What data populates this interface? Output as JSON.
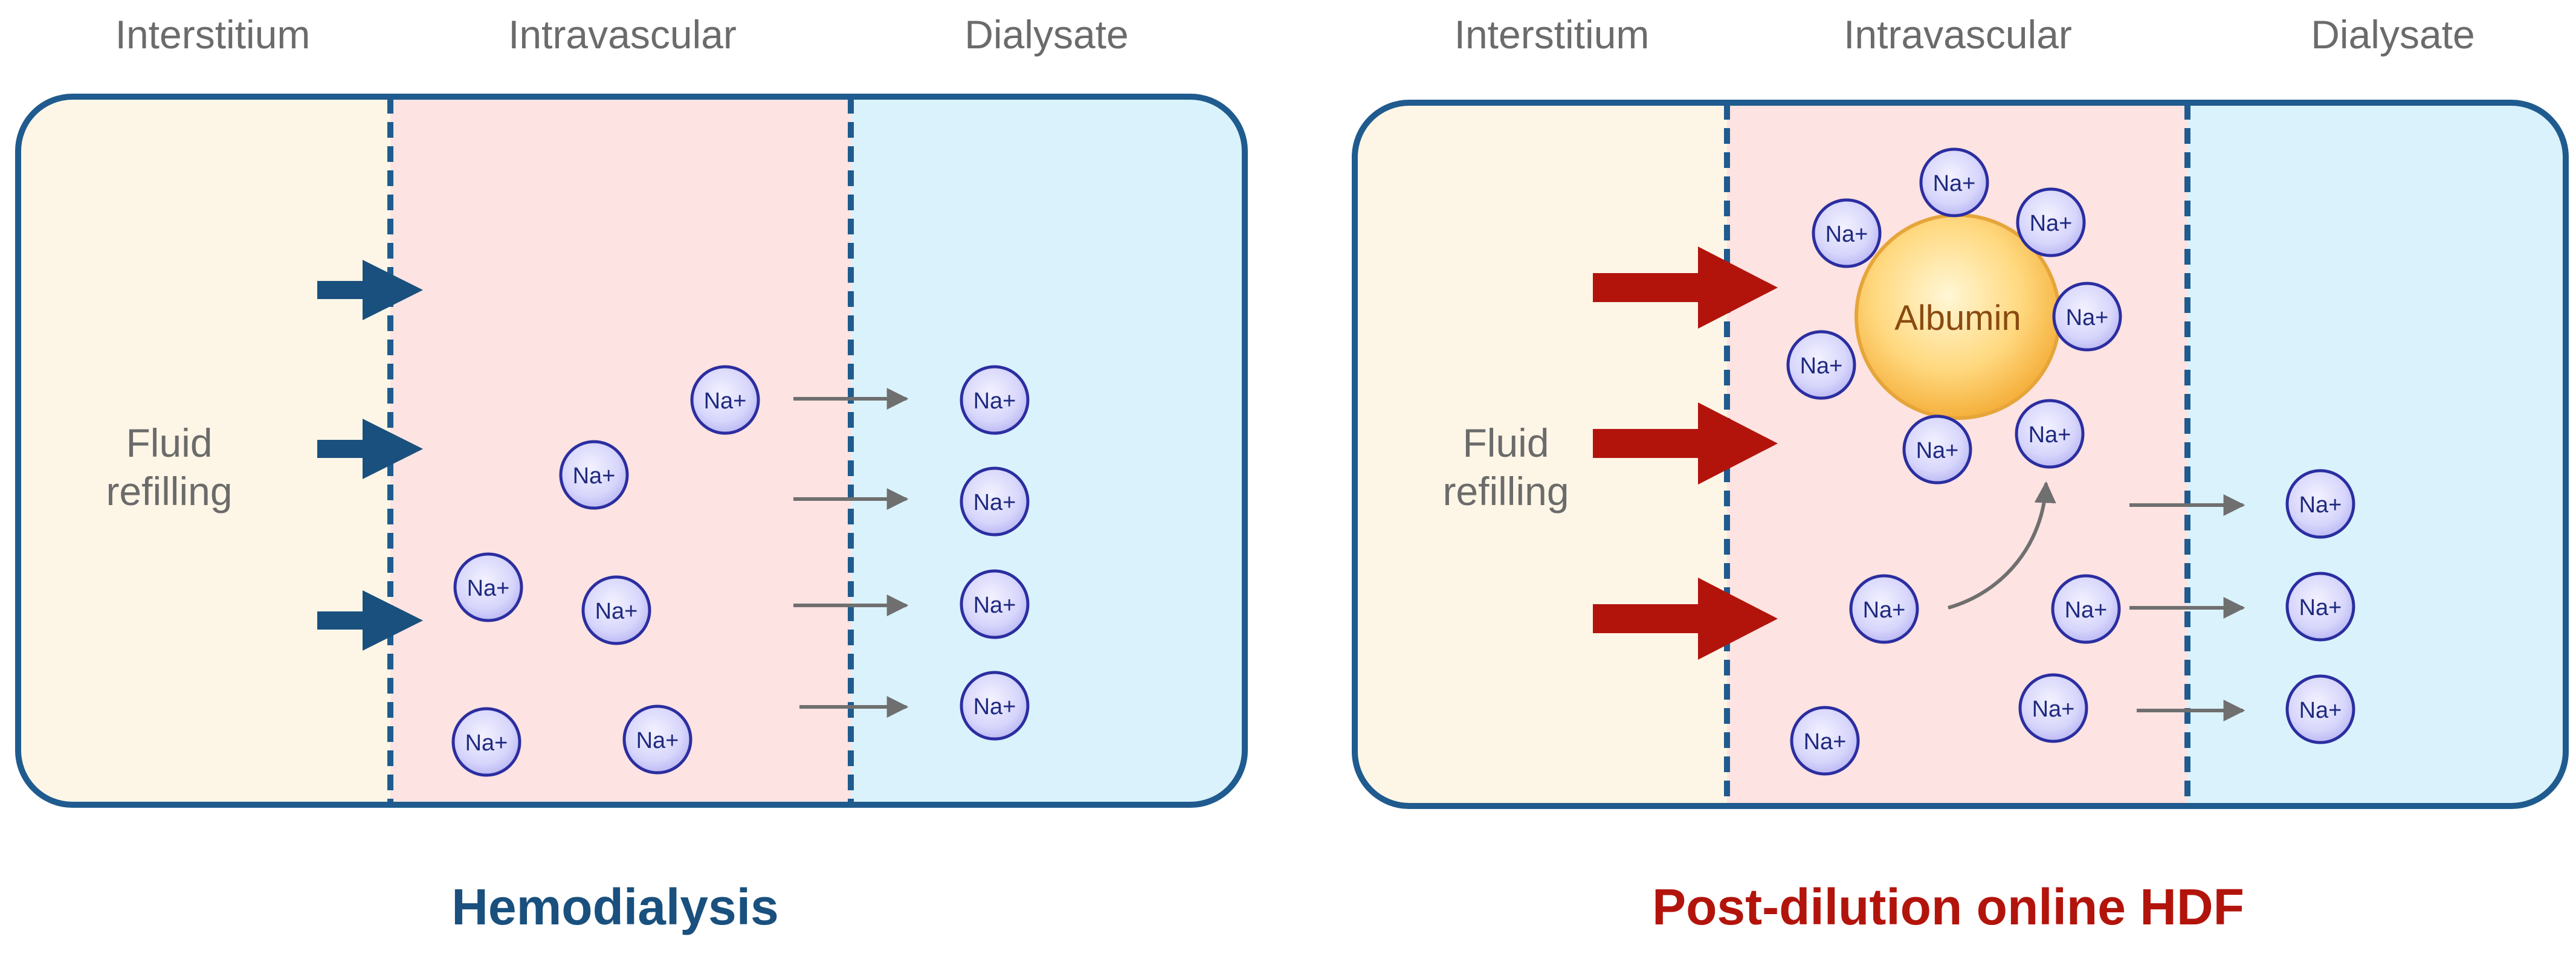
{
  "zones": [
    "Interstitium",
    "Intravascular",
    "Dialysate"
  ],
  "na_label": "Na+",
  "colors": {
    "interstitium_fill": "#fdf6e6",
    "intravascular_fill": "#fde3e1",
    "dialysate_fill": "#daf2fc",
    "border": "#1f5b8e",
    "hd_arrow": "#19507e",
    "hdf_arrow": "#b2140c",
    "flow_arrow": "#6f6f6f",
    "hd_caption": "#19507e",
    "hdf_caption": "#b2140c"
  },
  "panels": [
    {
      "id": "hd",
      "caption": "Hemodialysis",
      "side_label_lines": [
        "Fluid",
        "refilling"
      ],
      "refill_arrow_style": "thin"
    },
    {
      "id": "hdf",
      "caption": "Post-dilution online HDF",
      "side_label_lines": [
        "Fluid",
        "refilling"
      ],
      "refill_arrow_style": "thick",
      "albumin_label": "Albumin"
    }
  ]
}
